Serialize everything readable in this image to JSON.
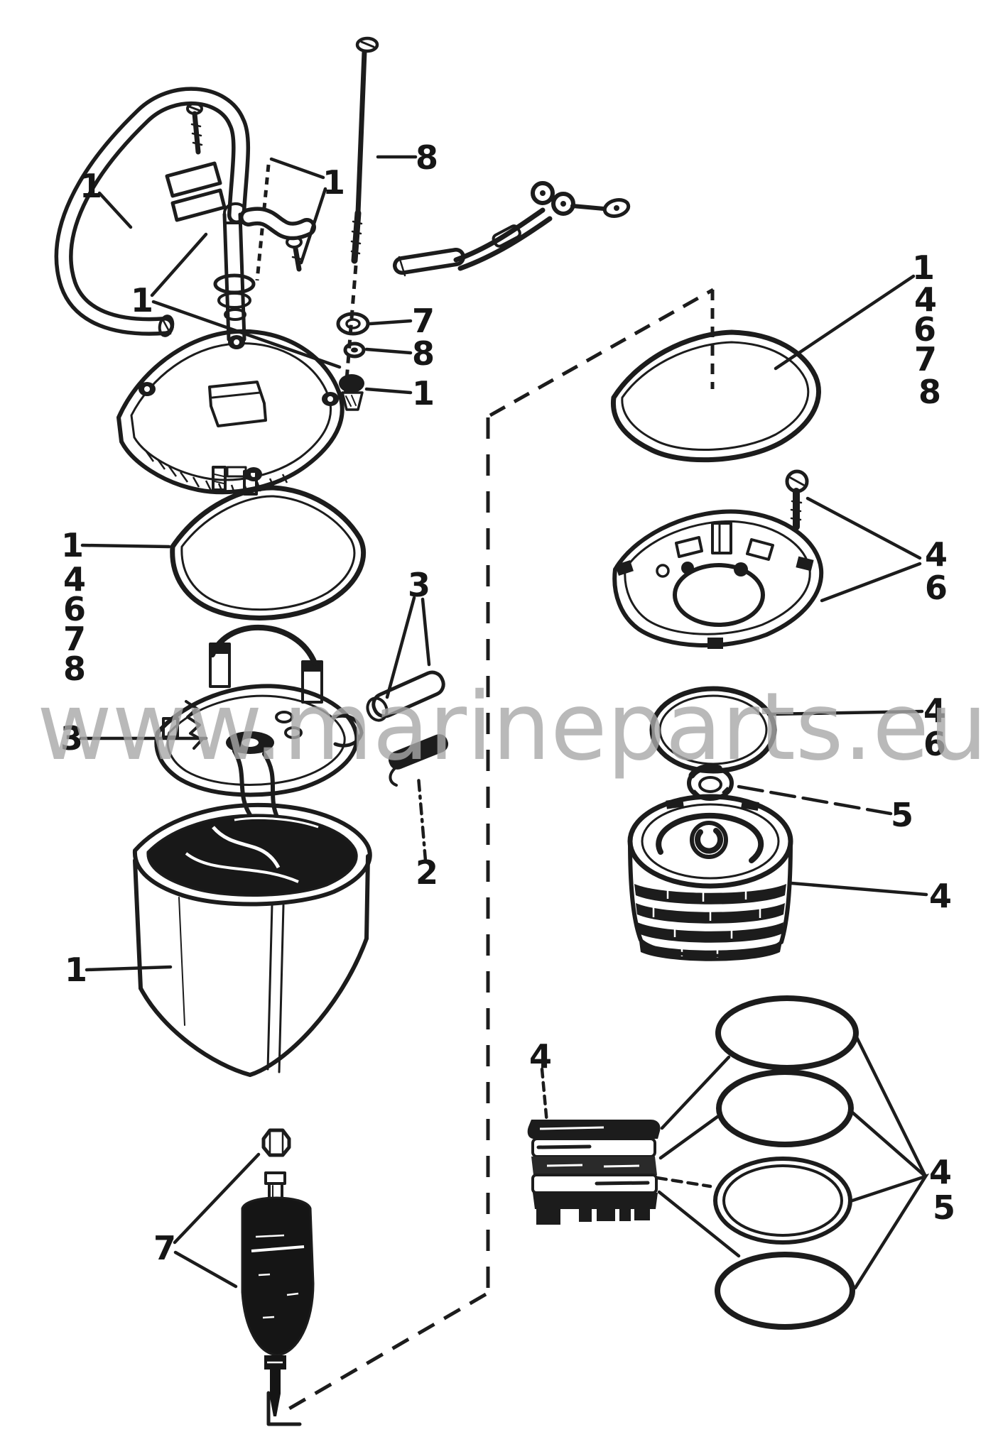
{
  "watermark": {
    "text": "www.marineparts.eu",
    "color": "#a8a8a8"
  },
  "diagram": {
    "background": "#ffffff",
    "ink_color": "#1c1c1c",
    "callouts": [
      {
        "label": "1"
      },
      {
        "label": "8"
      },
      {
        "label": "1"
      },
      {
        "label": "1"
      },
      {
        "label": "7"
      },
      {
        "label": "8"
      },
      {
        "label": "1"
      },
      {
        "label": "1"
      },
      {
        "label": "4"
      },
      {
        "label": "6"
      },
      {
        "label": "7"
      },
      {
        "label": "8"
      },
      {
        "label": "3"
      },
      {
        "label": "3"
      },
      {
        "label": "2"
      },
      {
        "label": "1"
      },
      {
        "label": "7"
      },
      {
        "label": "1"
      },
      {
        "label": "4"
      },
      {
        "label": "6"
      },
      {
        "label": "7"
      },
      {
        "label": "8"
      },
      {
        "label": "4"
      },
      {
        "label": "6"
      },
      {
        "label": "4"
      },
      {
        "label": "6"
      },
      {
        "label": "5"
      },
      {
        "label": "4"
      },
      {
        "label": "4"
      },
      {
        "label": "4"
      },
      {
        "label": "5"
      }
    ]
  }
}
